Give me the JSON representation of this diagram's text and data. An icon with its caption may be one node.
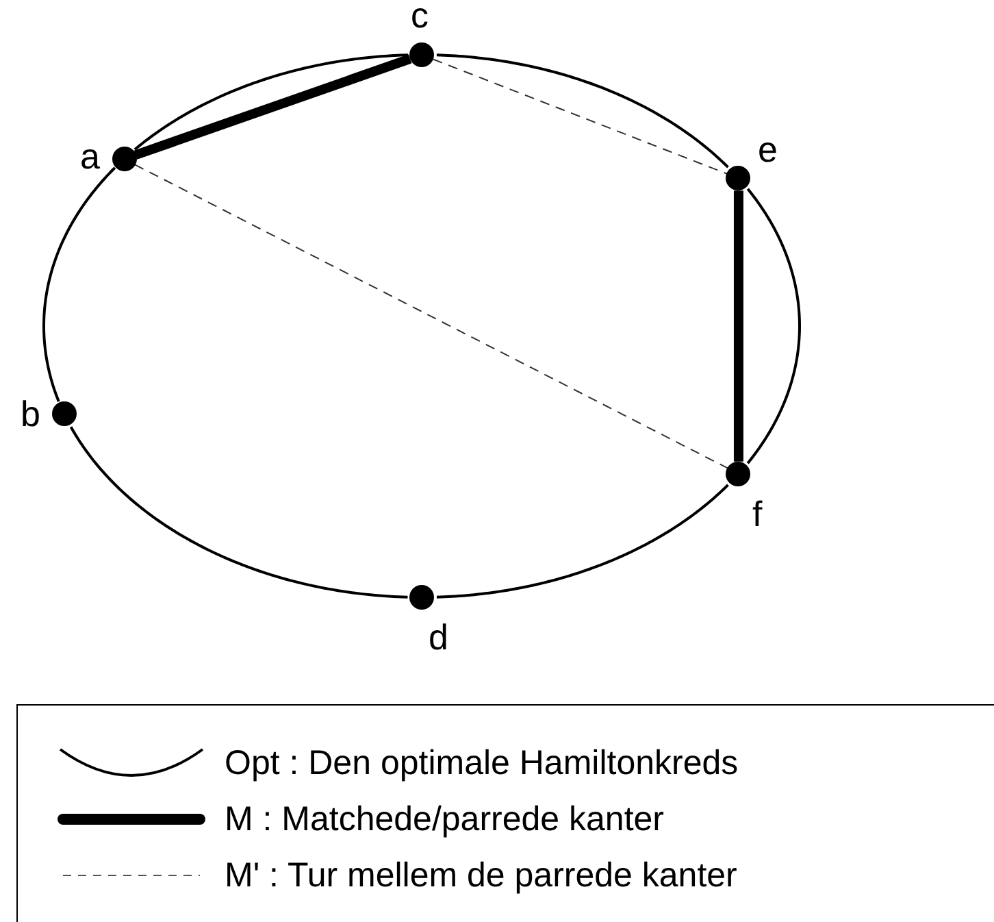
{
  "diagram": {
    "nodes": [
      {
        "text": [],
        "shape": "circle",
        "beside": [
          "c"
        ]
      },
      {
        "text": [],
        "shape": "circle",
        "beside": [
          "a"
        ]
      },
      {
        "text": [],
        "shape": "circle",
        "beside": [
          "e"
        ]
      },
      {
        "text": [],
        "shape": "circle",
        "beside": [
          "b"
        ]
      },
      {
        "text": [],
        "shape": "circle",
        "beside": [
          "f"
        ]
      },
      {
        "text": [],
        "shape": "circle",
        "beside": [
          "d"
        ]
      }
    ],
    "edges": [
      {
        "from": 0,
        "to": 2,
        "arrow": "none"
      },
      {
        "from": 2,
        "to": 4,
        "arrow": "none"
      },
      {
        "from": 4,
        "to": 5,
        "arrow": "none"
      },
      {
        "from": 5,
        "to": 3,
        "arrow": "none"
      },
      {
        "from": 3,
        "to": 1,
        "arrow": "none"
      },
      {
        "from": 1,
        "to": 0,
        "arrow": "none"
      },
      {
        "from": 1,
        "to": 0,
        "arrow": "none",
        "style": "thick"
      },
      {
        "from": 2,
        "to": 4,
        "arrow": "none",
        "style": "thick"
      },
      {
        "from": 0,
        "to": 2,
        "arrow": "none",
        "style": "dashed"
      },
      {
        "from": 1,
        "to": 4,
        "arrow": "none",
        "style": "dashed"
      }
    ],
    "legend": [
      {
        "text": "Opt : Den optimale Hamiltonkreds"
      },
      {
        "text": "M : Matchede/parrede kanter"
      },
      {
        "text": "M' : Tur mellem de parrede kanter"
      }
    ]
  }
}
